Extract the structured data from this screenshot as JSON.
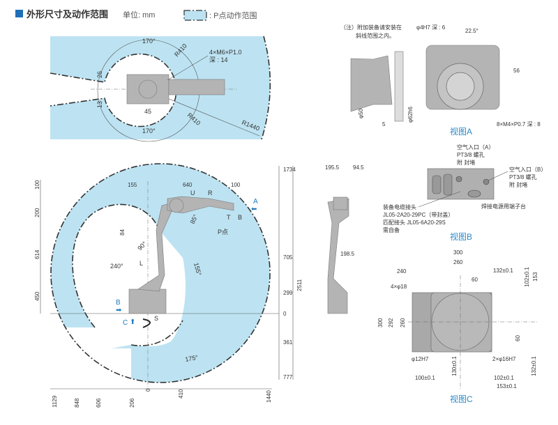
{
  "header": {
    "title": "外形尺寸及动作范围",
    "unit": "单位: mm",
    "legend_label": ": P点动作范围",
    "accent_color": "#1f6fb8",
    "zone_color": "#bde3f2"
  },
  "top_view": {
    "angle_top": "170°",
    "radius_upper": "R410",
    "bolt_spec": "4×M6×P1.0",
    "bolt_depth": "深 : 14",
    "dim_26": "26",
    "dim_13": "13",
    "dim_45": "45",
    "angle_bottom": "170°",
    "radius_lower": "R410",
    "radius_outer": "R1440"
  },
  "side_view": {
    "dims_top": [
      "155",
      "640",
      "100"
    ],
    "dims_left": [
      "100",
      "200",
      "84",
      "614",
      "450"
    ],
    "dims_right": [
      "1734",
      "705",
      "299",
      "0",
      "361",
      "777"
    ],
    "dim_total": "2511",
    "dims_bottom": [
      "1129",
      "848",
      "606",
      "206",
      "0",
      "410",
      "1440"
    ],
    "axes": {
      "U": "U",
      "R": "R",
      "T": "T",
      "B": "B",
      "L": "L",
      "S": "S"
    },
    "p_point": "P点",
    "angles": [
      "85°",
      "90°",
      "240°",
      "155°",
      "175°"
    ],
    "arrow_a": "A",
    "arrow_b": "B",
    "arrow_c": "C"
  },
  "front_view": {
    "dims": [
      "195.5",
      "94.5",
      "198.5"
    ]
  },
  "view_a": {
    "note_line1": "（注）附加装备请安装在",
    "note_line2": "斜线范围之内。",
    "pin_hole": "φ4H7 深 : 6",
    "angle": "22.5°",
    "dim_56": "56",
    "dim_phi50": "φ50",
    "dim_phi62": "φ62h6",
    "dim_5": "5",
    "tapped": "8×M4×P0.7 深 : 8",
    "caption": "视图A"
  },
  "view_b": {
    "air_a": [
      "空气入口（A）",
      "PT3/8 螺孔",
      "附 封堵"
    ],
    "air_b": [
      "空气入口（B）",
      "PT3/8 螺孔",
      "附 封堵"
    ],
    "cable": [
      "装备电缆接头",
      "JL05-2A20-29PC（带封盖）",
      "匹配接头 JL05-6A20-29S",
      "需自备"
    ],
    "terminal": "焊接电源用端子台",
    "caption": "视图B"
  },
  "view_c": {
    "w300": "300",
    "w260": "260",
    "d240": "240",
    "d132_top": "132±0.1",
    "d60_top": "60",
    "holes": "4×φ18",
    "d102_right": "102±0.1",
    "d153_right": "153",
    "h300": "300",
    "h292": "292",
    "h260": "260",
    "d60_right": "60",
    "pin12": "φ12H7",
    "pin16": "2×φ16H7",
    "d130": "130±0.1",
    "d132_right": "132±0.1",
    "d100": "100±0.1",
    "d102_bottom": "102±0.1",
    "d153_bottom": "153±0.1",
    "caption": "视图C"
  }
}
